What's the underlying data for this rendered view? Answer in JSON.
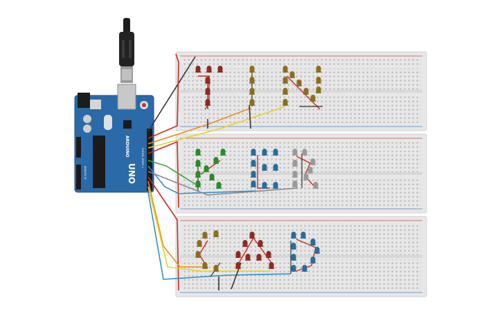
{
  "canvas": {
    "background": "#ffffff"
  },
  "arduino": {
    "brand_label": "ARDUINO",
    "model_label": "UNO",
    "digital_header_label": "DIGITAL (PWM~)",
    "analog_header_label": "ANALOG IN",
    "board_color": "#2a6aa8"
  },
  "usb_cable": {
    "connector": "usb-b"
  },
  "breadboards": [
    {
      "id": "top",
      "word": "TIN"
    },
    {
      "id": "middle",
      "word": "KER"
    },
    {
      "id": "bottom",
      "word": "CAD"
    }
  ],
  "led_colors": {
    "red": "#8c2b22",
    "olive": "#8a6e1e",
    "green": "#2b8a2b",
    "blue": "#2a6c99",
    "gray": "#9a9a9a"
  },
  "wire_colors": {
    "red": "#d0281f",
    "orange": "#f08a1c",
    "yellow": "#e6d21e",
    "green": "#3aa63a",
    "blue": "#2a8fd0",
    "black": "#333333"
  }
}
